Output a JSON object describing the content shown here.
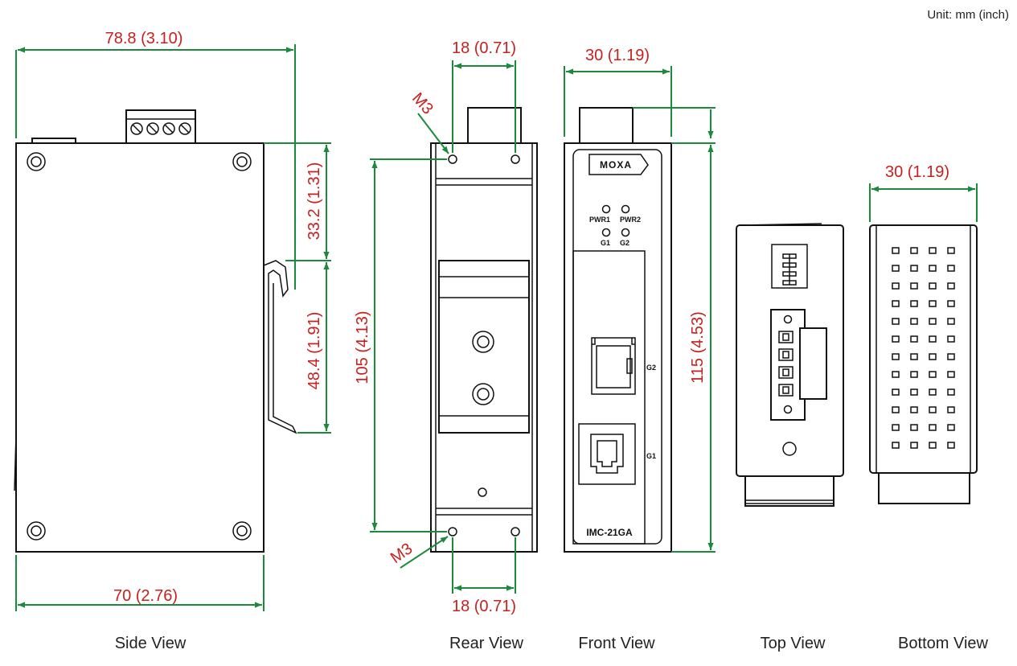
{
  "unit_note": "Unit: mm (inch)",
  "colors": {
    "dimension_text": "#c8201e",
    "dimension_line": "#1c8a3c",
    "outline": "#111111"
  },
  "views": {
    "side": {
      "caption": "Side View",
      "width": "78.8 (3.10)",
      "body_width": "70 (2.76)",
      "upper": "33.2 (1.31)",
      "rail": "48.4 (1.91)"
    },
    "rear": {
      "caption": "Rear View",
      "top_spacing": "18 (0.71)",
      "bottom_spacing": "18 (0.71)",
      "hole_spacing": "105 (4.13)",
      "screw_top": "M3",
      "screw_bottom": "M3"
    },
    "front": {
      "caption": "Front View",
      "width": "30 (1.19)",
      "height": "115 (4.53)",
      "brand": "MOXA",
      "model": "IMC-21GA",
      "leds": [
        "PWR1",
        "PWR2",
        "G1",
        "G2"
      ],
      "port_g2": "G2",
      "port_g1": "G1"
    },
    "top": {
      "caption": "Top View"
    },
    "bottom": {
      "caption": "Bottom View",
      "width": "30 (1.19)"
    }
  }
}
